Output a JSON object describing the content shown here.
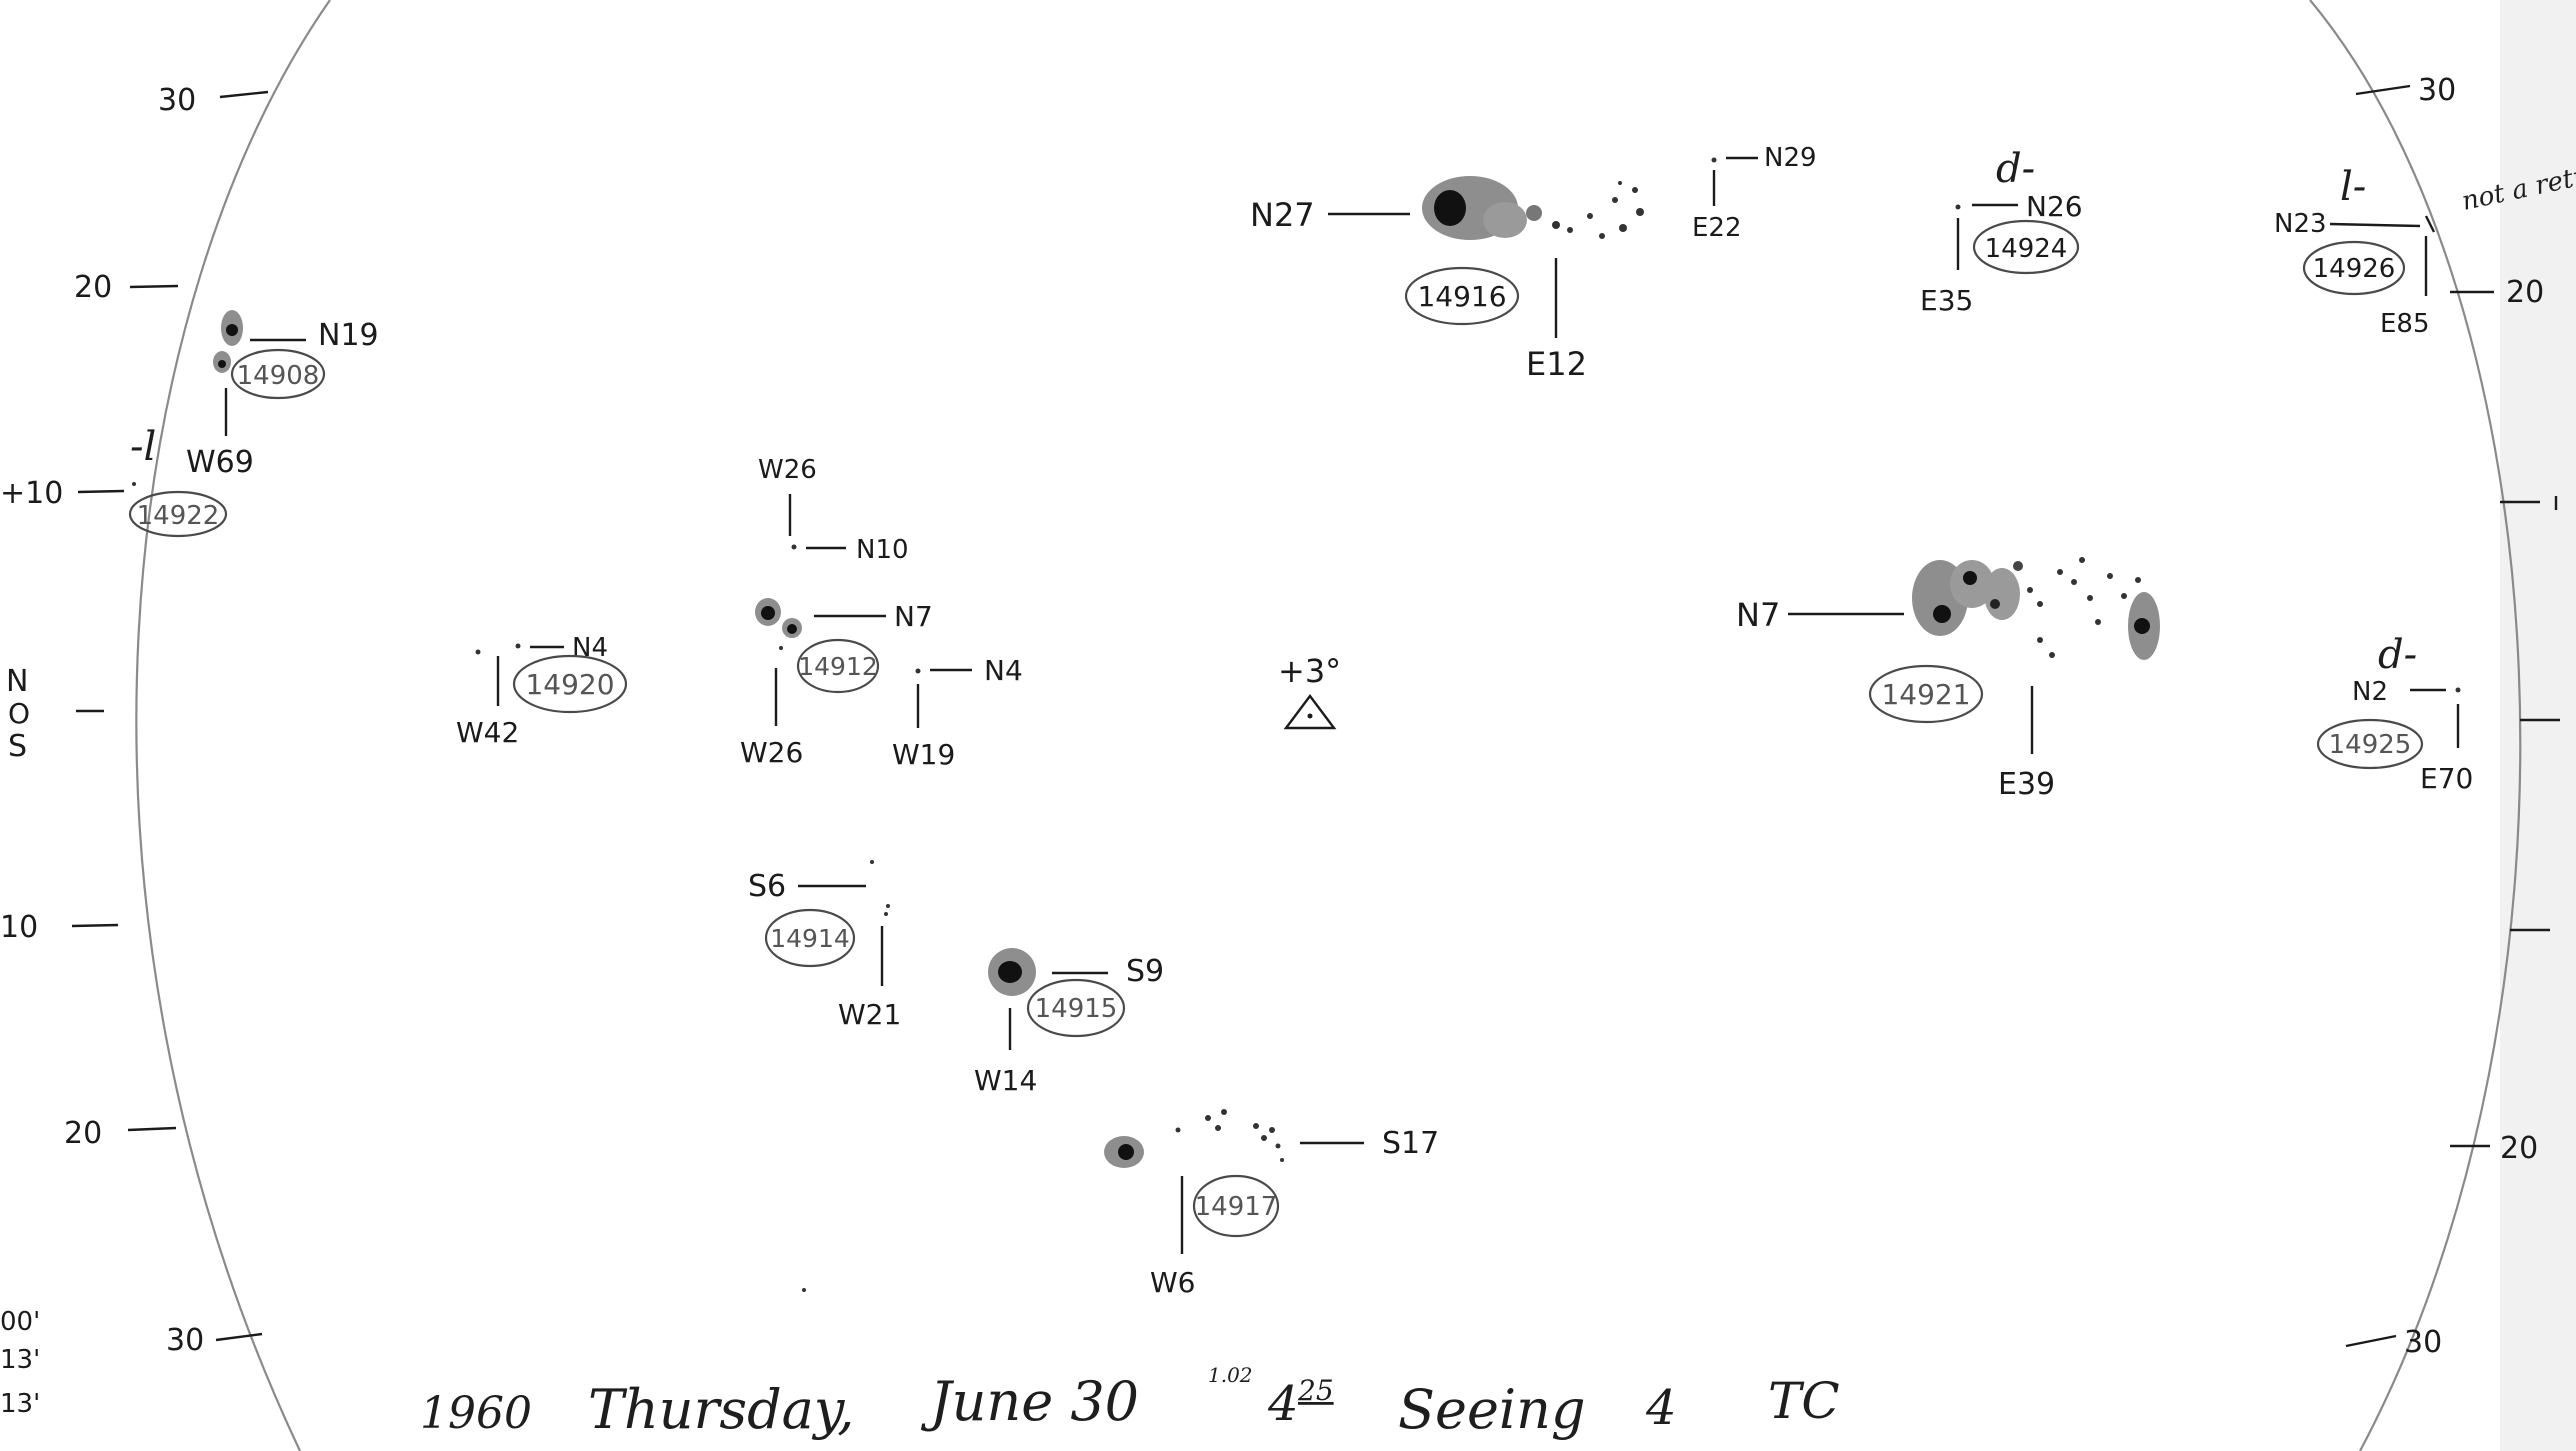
{
  "colors": {
    "ink": "#1b1b1b",
    "pencil": "#555555",
    "penumbra": "#8e8e8e",
    "umbra": "#111111",
    "paper": "#ffffff",
    "limb": "#8a8a8a"
  },
  "left_scale": {
    "ticks": [
      "30",
      "20",
      "+10",
      "10",
      "20",
      "30"
    ],
    "ns_label": [
      "N",
      "O",
      "S"
    ]
  },
  "right_scale": {
    "ticks": [
      "30",
      "20",
      "20",
      "30"
    ]
  },
  "left_margin_notes": [
    "00'",
    "13'",
    "13'"
  ],
  "center": {
    "angle": "+3°",
    "symbol": "triangle-icon"
  },
  "regions": [
    {
      "number": "14916",
      "lat": "N27",
      "lon": "E12"
    },
    {
      "number": "",
      "lat": "N29",
      "lon": "E22"
    },
    {
      "number": "14924",
      "lat": "N26",
      "lon": "E35",
      "class": "d-"
    },
    {
      "number": "14926",
      "lat": "N23",
      "lon": "E85",
      "class": "l-",
      "note": "not a return"
    },
    {
      "number": "14908",
      "lat": "N19",
      "lon": "W69"
    },
    {
      "number": "14922",
      "lat": "",
      "lon": "",
      "class": "-l"
    },
    {
      "number": "",
      "lat": "N10",
      "lon": "W26"
    },
    {
      "number": "14912",
      "lat": "N7",
      "lon": "W26"
    },
    {
      "number": "",
      "lat": "N4",
      "lon": "W19"
    },
    {
      "number": "14920",
      "lat": "N4",
      "lon": "W42"
    },
    {
      "number": "14921",
      "lat": "N7",
      "lon": "E39"
    },
    {
      "number": "14925",
      "lat": "N2",
      "lon": "E70",
      "class": "d-"
    },
    {
      "number": "14914",
      "lat": "S6",
      "lon": "W21"
    },
    {
      "number": "14915",
      "lat": "S9",
      "lon": "W14"
    },
    {
      "number": "14917",
      "lat": "S17",
      "lon": "W6"
    }
  ],
  "footer": {
    "year": "1960",
    "weekday": "Thursday,",
    "month_day": "June 30",
    "time_sup": "1.02",
    "time_main": "4",
    "time_minutes": "25",
    "seeing_label": "Seeing",
    "seeing_value": "4",
    "initials": "TC"
  }
}
